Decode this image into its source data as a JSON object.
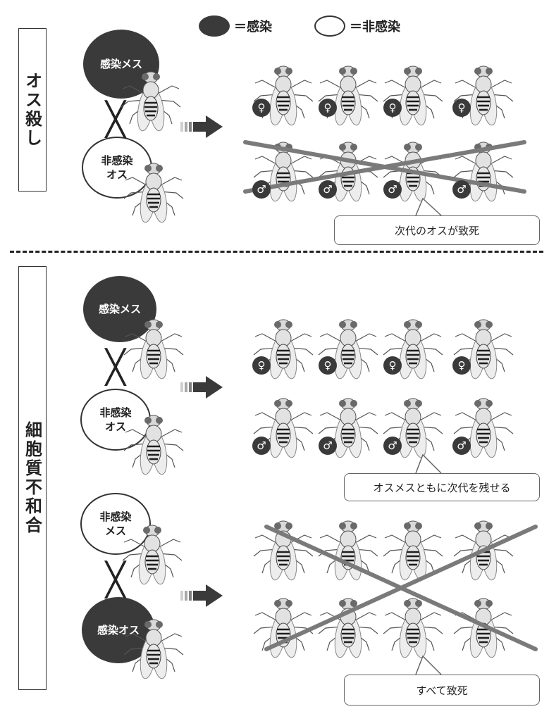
{
  "legend": {
    "infected_label": "＝感染",
    "uninfected_label": "＝非感染"
  },
  "sections": {
    "male_killing": "オス殺し",
    "ci": "細胞質不和合"
  },
  "parents": {
    "infected_female": "感染メス",
    "uninfected_male_line1": "非感染",
    "uninfected_male_line2": "オス",
    "uninfected_female_line1": "非感染",
    "uninfected_female_line2": "メス",
    "infected_male": "感染オス"
  },
  "symbols": {
    "cross": "╳",
    "female": "♀",
    "male": "♂"
  },
  "callouts": {
    "male_killing": "次代のオスが致死",
    "ci_compatible": "オスメスともに次代を残せる",
    "ci_incompatible": "すべて致死"
  },
  "colors": {
    "infected": "#3a3a3a",
    "strike": "#7a7a7a",
    "fly_body": "#e6e6e6",
    "fly_stripe": "#1e1e1e"
  },
  "icons": [
    "fruit-fly-icon",
    "arrow-right-icon",
    "female-symbol-icon",
    "male-symbol-icon",
    "cross-out-icon"
  ]
}
